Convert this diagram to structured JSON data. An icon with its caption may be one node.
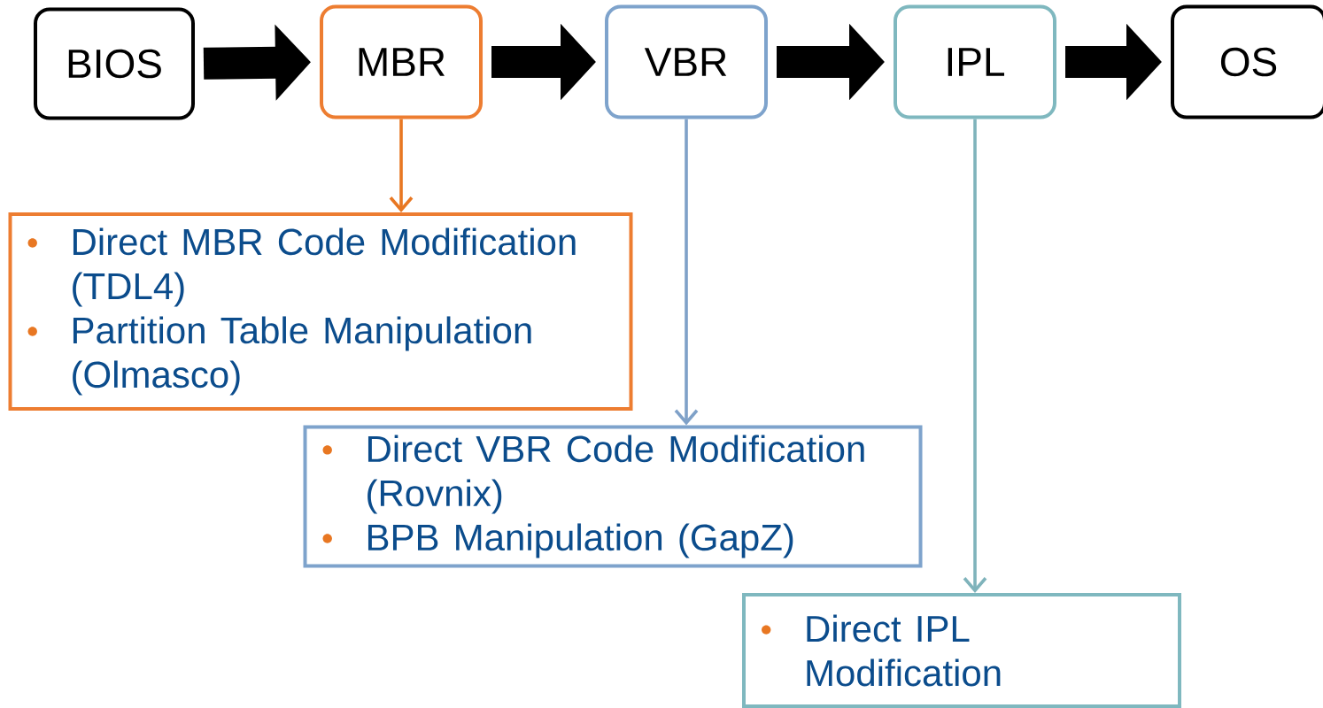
{
  "diagram": {
    "nodes": [
      {
        "text": [
          "BIOS"
        ]
      },
      {
        "text": [
          "MBR"
        ]
      },
      {
        "text": [
          "VBR"
        ]
      },
      {
        "text": [
          "IPL"
        ]
      },
      {
        "text": [
          "OS"
        ]
      },
      {
        "text": [
          "Direct MBR Code Modification (TDL4)",
          "Partition Table Manipulation (Olmasco)"
        ]
      },
      {
        "text": [
          "Direct VBR Code Modification (Rovnix)",
          "BPB Manipulation (GapZ)"
        ]
      },
      {
        "text": [
          "Direct IPL Modification"
        ]
      }
    ],
    "edges": [
      {
        "from": 0,
        "to": 1,
        "arrow": "to"
      },
      {
        "from": 1,
        "to": 2,
        "arrow": "to"
      },
      {
        "from": 2,
        "to": 3,
        "arrow": "to"
      },
      {
        "from": 3,
        "to": 4,
        "arrow": "to"
      },
      {
        "from": 1,
        "to": 5,
        "arrow": "to",
        "color": "#e87722"
      },
      {
        "from": 2,
        "to": 6,
        "arrow": "to",
        "color": "#7fa1c8"
      },
      {
        "from": 3,
        "to": 7,
        "arrow": "to",
        "color": "#7fb3bb"
      }
    ]
  }
}
